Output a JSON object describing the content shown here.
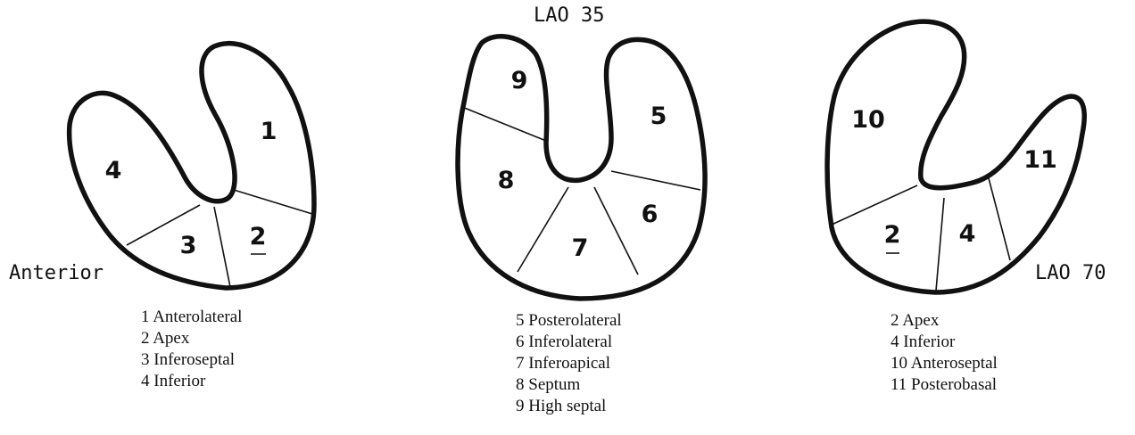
{
  "left_view": {
    "label": "Anterior",
    "segments": [
      "4",
      "1",
      "3",
      "2"
    ],
    "legend": [
      "1 Anterolateral",
      "2 Apex",
      "3 Inferoseptal",
      "4 Inferior"
    ]
  },
  "middle_view": {
    "label": "LAO  35",
    "segments": [
      "9",
      "5",
      "8",
      "6",
      "7"
    ],
    "legend": [
      "5 Posterolateral",
      "6 Inferolateral",
      "7 Inferoapical",
      "8 Septum",
      "9 High septal"
    ]
  },
  "right_view": {
    "label": "LAO  70",
    "segments": [
      "10",
      "11",
      "2",
      "4"
    ],
    "legend": [
      "2 Apex",
      "4 Inferior",
      "10 Anteroseptal",
      "11 Posterobasal"
    ]
  }
}
